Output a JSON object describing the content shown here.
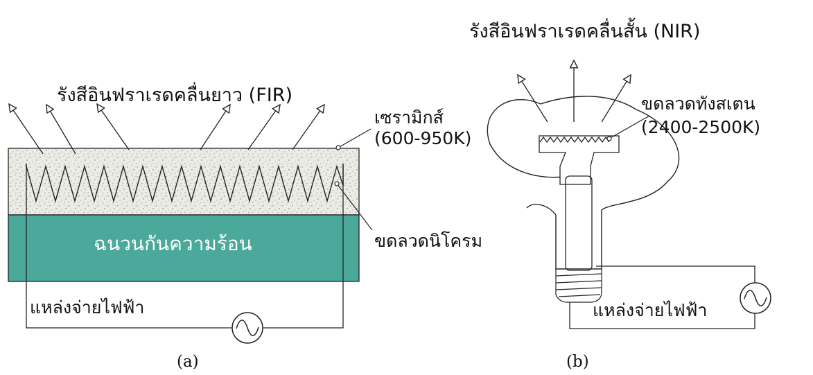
{
  "colors": {
    "line": "#222222",
    "insulation_fill": "#4aa99a",
    "ceramic_fill": "#ebebe6",
    "background": "#ffffff"
  },
  "panel_a": {
    "title": "รังสีอินฟราเรดคลื่นยาว (FIR)",
    "ceramic_label": "เซรามิกส์",
    "ceramic_temp": "(600-950K)",
    "insulation_label": "ฉนวนกันความร้อน",
    "element_label": "ขดลวดนิโครม",
    "power_label": "แหล่งจ่ายไฟฟ้า",
    "caption": "(a)"
  },
  "panel_b": {
    "title": "รังสีอินฟราเรดคลื่นสั้น (NIR)",
    "filament_label": "ขดลวดทังสเตน",
    "filament_temp": "(2400-2500K)",
    "power_label": "แหล่งจ่ายไฟฟ้า",
    "caption": "(b)"
  }
}
